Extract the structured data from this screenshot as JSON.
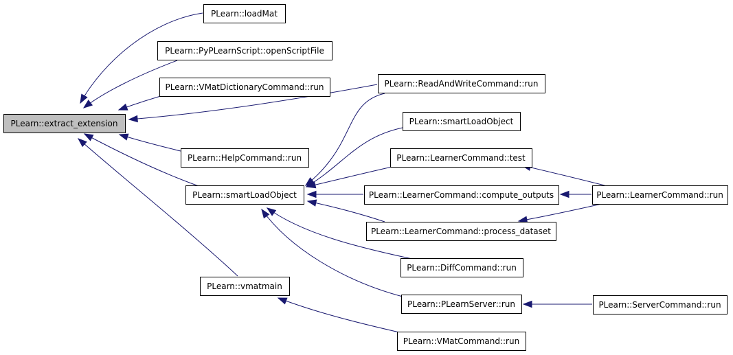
{
  "diagram": {
    "nodes": [
      {
        "id": "extract_extension",
        "label": "PLearn::extract_extension",
        "highlight": true
      },
      {
        "id": "loadMat",
        "label": "PLearn::loadMat"
      },
      {
        "id": "openScriptFile",
        "label": "PLearn::PyPLearnScript::openScriptFile"
      },
      {
        "id": "vmatdict_run",
        "label": "PLearn::VMatDictionaryCommand::run"
      },
      {
        "id": "help_run",
        "label": "PLearn::HelpCommand::run"
      },
      {
        "id": "smartLoadObject",
        "label": "PLearn::smartLoadObject"
      },
      {
        "id": "vmatmain",
        "label": "PLearn::vmatmain"
      },
      {
        "id": "readwrite_run",
        "label": "PLearn::ReadAndWriteCommand::run"
      },
      {
        "id": "smartLoadObject2",
        "label": "PLearn::smartLoadObject"
      },
      {
        "id": "learner_test",
        "label": "PLearn::LearnerCommand::test"
      },
      {
        "id": "learner_compute",
        "label": "PLearn::LearnerCommand::compute_outputs"
      },
      {
        "id": "learner_process",
        "label": "PLearn::LearnerCommand::process_dataset"
      },
      {
        "id": "diff_run",
        "label": "PLearn::DiffCommand::run"
      },
      {
        "id": "plearnserver_run",
        "label": "PLearn::PLearnServer::run"
      },
      {
        "id": "vmatcmd_run",
        "label": "PLearn::VMatCommand::run"
      },
      {
        "id": "learner_run",
        "label": "PLearn::LearnerCommand::run"
      },
      {
        "id": "server_run",
        "label": "PLearn::ServerCommand::run"
      }
    ],
    "edges": [
      {
        "from": "loadMat",
        "to": "extract_extension"
      },
      {
        "from": "openScriptFile",
        "to": "extract_extension"
      },
      {
        "from": "vmatdict_run",
        "to": "extract_extension"
      },
      {
        "from": "readwrite_run",
        "to": "extract_extension"
      },
      {
        "from": "help_run",
        "to": "extract_extension"
      },
      {
        "from": "smartLoadObject",
        "to": "extract_extension"
      },
      {
        "from": "vmatmain",
        "to": "extract_extension"
      },
      {
        "from": "readwrite_run",
        "to": "smartLoadObject"
      },
      {
        "from": "smartLoadObject2",
        "to": "smartLoadObject"
      },
      {
        "from": "learner_test",
        "to": "smartLoadObject"
      },
      {
        "from": "learner_compute",
        "to": "smartLoadObject"
      },
      {
        "from": "learner_process",
        "to": "smartLoadObject"
      },
      {
        "from": "diff_run",
        "to": "smartLoadObject"
      },
      {
        "from": "plearnserver_run",
        "to": "smartLoadObject"
      },
      {
        "from": "vmatcmd_run",
        "to": "vmatmain"
      },
      {
        "from": "learner_run",
        "to": "learner_test"
      },
      {
        "from": "learner_run",
        "to": "learner_compute"
      },
      {
        "from": "learner_run",
        "to": "learner_process"
      },
      {
        "from": "server_run",
        "to": "plearnserver_run"
      }
    ],
    "colors": {
      "edge": "#191970",
      "root_fill": "#bfbfbf",
      "node_fill": "#ffffff",
      "node_border": "#000000"
    }
  }
}
